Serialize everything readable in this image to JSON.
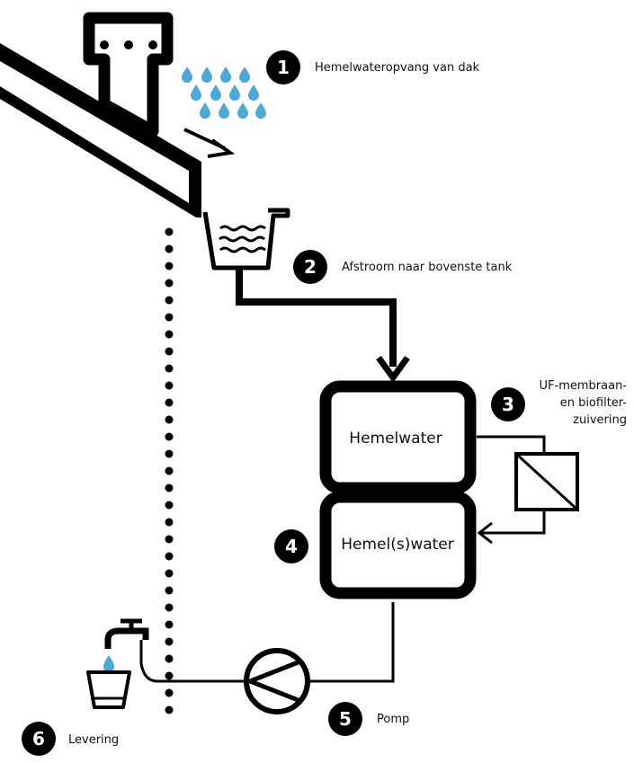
{
  "colors": {
    "ink": "#000000",
    "water": "#4aa9d8",
    "paper": "#ffffff"
  },
  "steps": [
    {
      "number": "1",
      "label": "Hemelwateropvang van dak"
    },
    {
      "number": "2",
      "label": "Afstroom naar bovenste tank"
    },
    {
      "number": "3",
      "label_lines": [
        "UF-membraan-",
        "en biofilter-",
        "zuivering"
      ]
    },
    {
      "number": "4"
    },
    {
      "number": "5",
      "label": "Pomp"
    },
    {
      "number": "6",
      "label": "Levering"
    }
  ],
  "tanks": {
    "upper": "Hemelwater",
    "lower": "Hemel(s)water"
  },
  "icons": [
    "roof-icon",
    "chimney-icon",
    "rain-drops-icon",
    "gutter-icon",
    "filter-icon",
    "pump-icon",
    "tap-icon",
    "glass-icon"
  ]
}
